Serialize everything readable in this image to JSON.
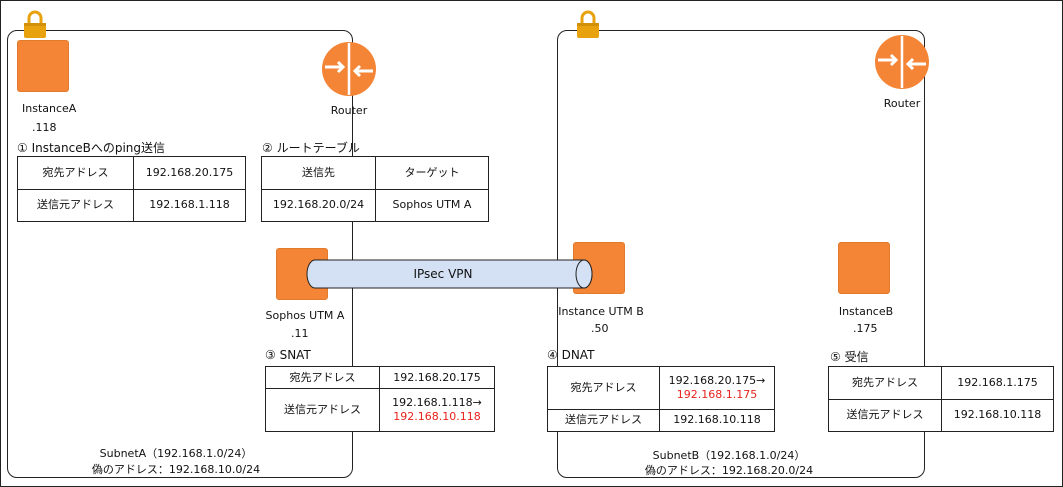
{
  "colors": {
    "instance": "#f58536",
    "lock": "#e8a20e",
    "vpn_fill": "#d4e1f5",
    "highlight": "#e8221b"
  },
  "icons": {
    "lock": "padlock-icon",
    "instance": "instance-icon",
    "router": "router-icon"
  },
  "subnetA": {
    "label": "SubnetA（192.168.1.0/24）",
    "alias": "偽のアドレス：192.168.10.0/24",
    "instance_label": "InstanceA",
    "instance_ip": ".118",
    "router_label": "Router",
    "utm_label": "Sophos UTM A",
    "utm_ip": ".11"
  },
  "subnetB": {
    "label": "SubnetB（192.168.1.0/24）",
    "alias": "偽のアドレス：192.168.20.0/24",
    "instance_label": "InstanceB",
    "instance_ip": ".175",
    "router_label": "Router",
    "utm_label": "Instance UTM B",
    "utm_ip": ".50"
  },
  "vpn": {
    "label": "IPsec VPN"
  },
  "step1": {
    "title": "① InstanceBへのping送信",
    "rows": [
      {
        "label": "宛先アドレス",
        "value": "192.168.20.175"
      },
      {
        "label": "送信元アドレス",
        "value": "192.168.1.118"
      }
    ]
  },
  "step2": {
    "title": "② ルートテーブル",
    "headers": [
      "送信先",
      "ターゲット"
    ],
    "row": [
      "192.168.20.0/24",
      "Sophos UTM A"
    ]
  },
  "step3": {
    "title": "③ SNAT",
    "rows": [
      {
        "label": "宛先アドレス",
        "value": "192.168.20.175"
      },
      {
        "label": "送信元アドレス",
        "value": "192.168.1.118→",
        "new_value": "192.168.10.118"
      }
    ]
  },
  "step4": {
    "title": "④ DNAT",
    "rows": [
      {
        "label": "宛先アドレス",
        "value": "192.168.20.175→",
        "new_value": "192.168.1.175"
      },
      {
        "label": "送信元アドレス",
        "value": "192.168.10.118"
      }
    ]
  },
  "step5": {
    "title": "⑤ 受信",
    "rows": [
      {
        "label": "宛先アドレス",
        "value": "192.168.1.175"
      },
      {
        "label": "送信元アドレス",
        "value": "192.168.10.118"
      }
    ]
  }
}
